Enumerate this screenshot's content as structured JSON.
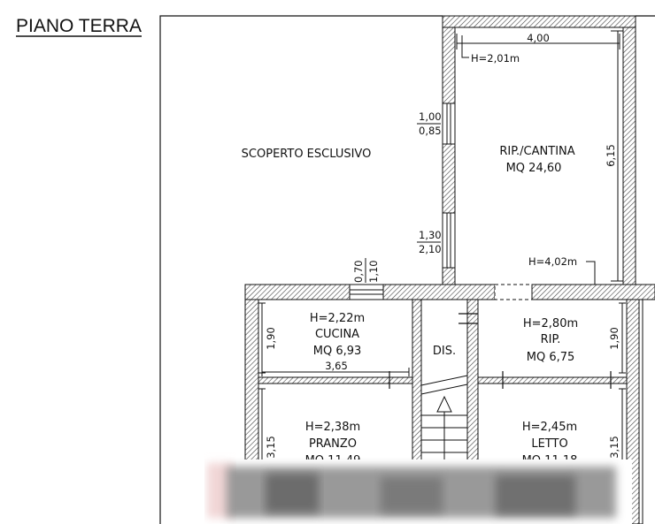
{
  "title": "PIANO TERRA",
  "rooms": {
    "scoperto": {
      "name": "SCOPERTO ESCLUSIVO"
    },
    "cantina": {
      "name": "RIP./CANTINA",
      "area": "MQ 24,60",
      "height_top": "H=2,01m",
      "height_bottom": "H=4,02m"
    },
    "cucina": {
      "height": "H=2,22m",
      "name": "CUCINA",
      "area": "MQ 6,93"
    },
    "dis": {
      "name": "DIS."
    },
    "rip": {
      "height": "H=2,80m",
      "name": "RIP.",
      "area": "MQ 6,75"
    },
    "pranzo": {
      "height": "H=2,38m",
      "name": "PRANZO",
      "area": "MQ 11,49"
    },
    "letto": {
      "height": "H=2,45m",
      "name": "LETTO",
      "area": "MQ 11,18"
    }
  },
  "dimensions": {
    "cantina_width": "4,00",
    "cantina_depth": "6,15",
    "window1_top": "1,00",
    "window1_bottom": "0,85",
    "window2_top": "1,30",
    "window2_bottom": "2,10",
    "kitchen_window_a": "0,70",
    "kitchen_window_b": "1,10",
    "cucina_depth": "1,90",
    "cucina_width": "3,65",
    "rip_depth": "1,90",
    "pranzo_depth": "3,15",
    "letto_depth": "3,15"
  },
  "colors": {
    "line": "#111111",
    "hatch": "#555555",
    "blur": "#8a8a8a"
  }
}
